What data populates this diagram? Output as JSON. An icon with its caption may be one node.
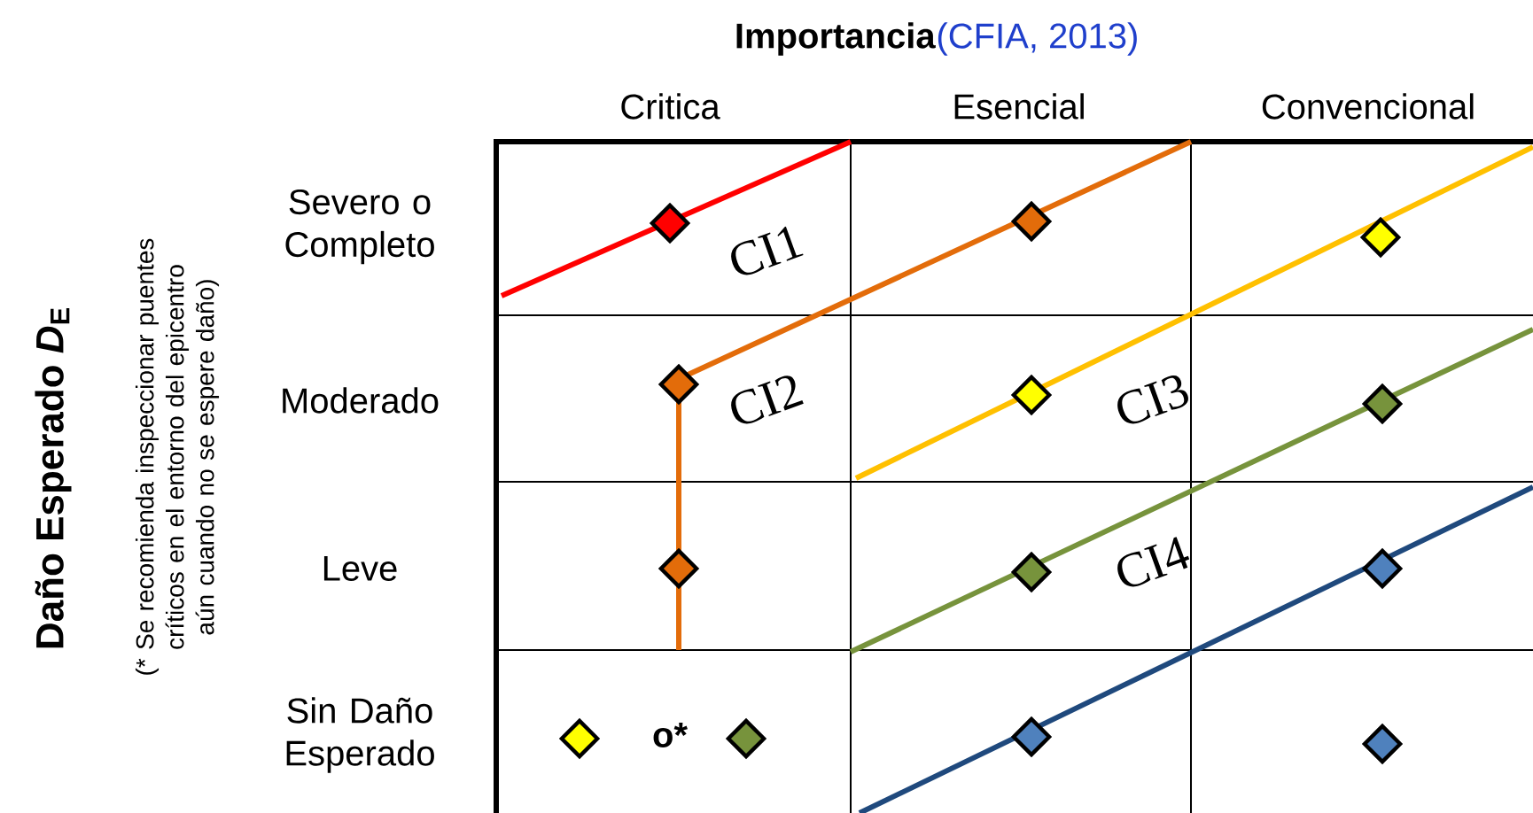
{
  "diagram": {
    "title": "Importancia",
    "nodes": [
      {
        "text": [],
        "shape": "diamond"
      },
      {
        "text": [],
        "shape": "diamond"
      },
      {
        "text": [],
        "shape": "diamond"
      },
      {
        "text": [],
        "shape": "diamond"
      },
      {
        "text": [],
        "shape": "diamond"
      },
      {
        "text": [],
        "shape": "diamond"
      },
      {
        "text": [],
        "shape": "diamond"
      },
      {
        "text": [],
        "shape": "diamond"
      },
      {
        "text": [],
        "shape": "diamond"
      },
      {
        "text": [],
        "shape": "diamond"
      },
      {
        "text": [],
        "shape": "diamond"
      },
      {
        "text": [],
        "shape": "diamond"
      },
      {
        "text": [],
        "shape": "diamond"
      }
    ],
    "labels": [
      "(CFIA, 2013)",
      "Critica",
      "Esencial",
      "Convencional",
      "Daño Esperado *D*$_{E}$",
      "(* Se recomienda inspeccionar puentes críticos en el entorno del epicentro aún cuando no se espere daño)",
      "Severo o Completo",
      "Moderado",
      "Leve",
      "Sin Daño Esperado",
      "CI1",
      "CI2",
      "CI3",
      "CI4",
      "o*"
    ]
  }
}
